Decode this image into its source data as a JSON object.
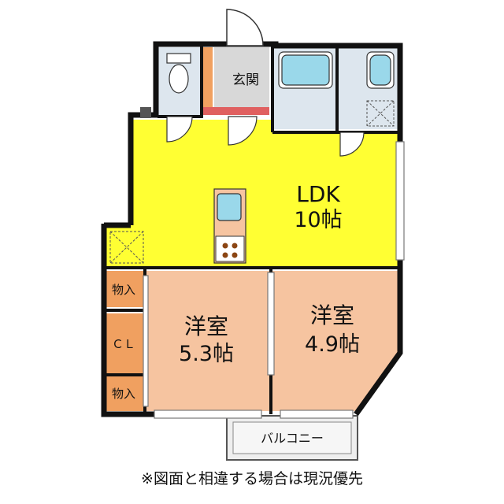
{
  "floorplan": {
    "rooms": {
      "ldk": {
        "name": "LDK",
        "size": "10帖"
      },
      "western_left": {
        "name": "洋室",
        "size": "5.3帖"
      },
      "western_right": {
        "name": "洋室",
        "size": "4.9帖"
      },
      "entrance": {
        "name": "玄関"
      },
      "storage_top": {
        "name": "物入"
      },
      "closet": {
        "name": "ＣＬ"
      },
      "storage_bottom": {
        "name": "物入"
      },
      "balcony": {
        "name": "バルコニー"
      }
    },
    "colors": {
      "ldk": "#ffff33",
      "western": "#f6c4a0",
      "storage": "#f0a060",
      "wet_area": "#dde6ee",
      "entrance": "#d8d8d8",
      "balcony": "#eeeeee",
      "wall": "#111111"
    }
  },
  "notice": "※図面と相違する場合は現況優先"
}
